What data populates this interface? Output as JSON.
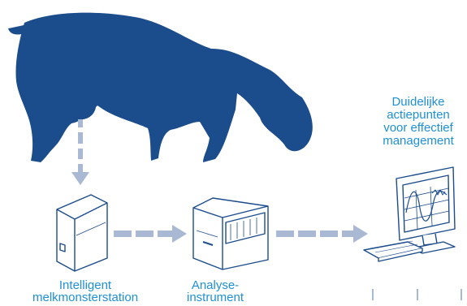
{
  "labels": {
    "station": "Intelligent\nmelkmonsterstation",
    "instrument": "Analyse-\ninstrument",
    "actions": "Duidelijke\nactiepunten\nvoor effectief\nmanagement"
  },
  "colors": {
    "cow": "#1b4c8c",
    "arrow": "#a9b8d3",
    "text": "#1e90d6",
    "device_outline": "#1b4c8c"
  },
  "icons": [
    "cow-icon",
    "milk-sampling-station-icon",
    "analysis-instrument-icon",
    "computer-icon"
  ]
}
